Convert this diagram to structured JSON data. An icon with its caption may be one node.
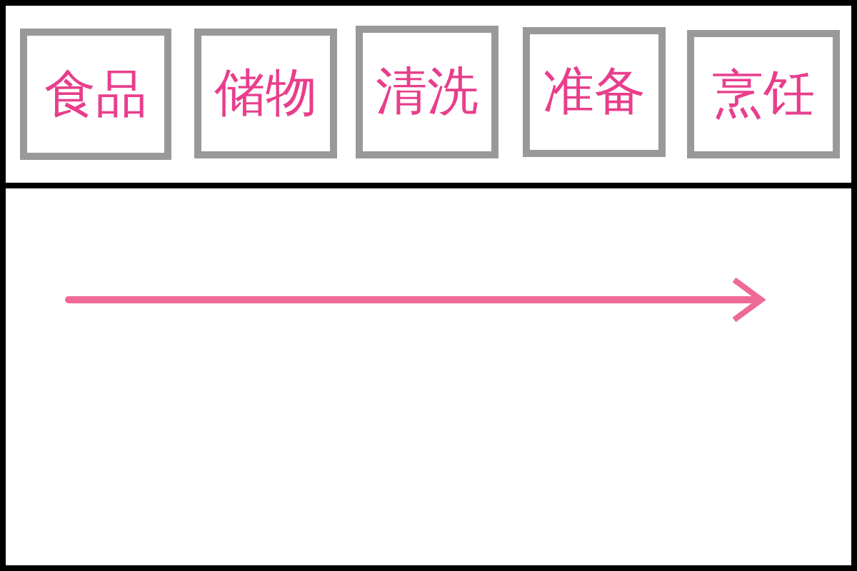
{
  "diagram": {
    "nodes": [
      {
        "text": [
          "食品"
        ]
      },
      {
        "text": [
          "储物"
        ]
      },
      {
        "text": [
          "清洗"
        ]
      },
      {
        "text": [
          "准备"
        ]
      },
      {
        "text": [
          "烹饪"
        ]
      }
    ]
  }
}
